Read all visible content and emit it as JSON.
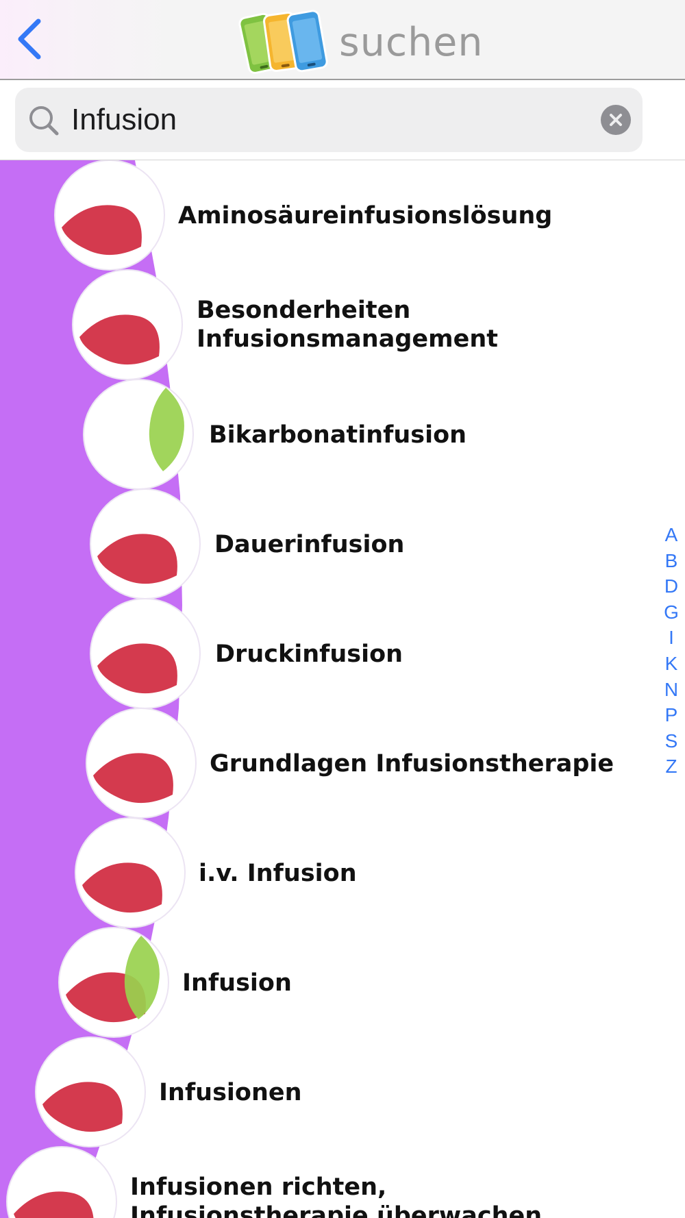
{
  "header": {
    "title": "suchen",
    "back_icon": "chevron-left-icon",
    "logo_icon": "three-phones-logo-icon",
    "logo_colors": [
      "#7fc241",
      "#f5b52e",
      "#3f9be0"
    ]
  },
  "search": {
    "value": "Infusion",
    "placeholder": "",
    "icon": "search-icon",
    "clear_icon": "clear-icon"
  },
  "colors": {
    "accent_purple": "#c56ef5",
    "badge_red": "#d43a4e",
    "badge_green": "#99d14e",
    "index_blue": "#3478f6"
  },
  "results": [
    {
      "label": "Aminosäureinfusionslösung",
      "badge": "red"
    },
    {
      "label": "Besonderheiten\nInfusionsmanagement",
      "badge": "red"
    },
    {
      "label": "Bikarbonatinfusion",
      "badge": "green"
    },
    {
      "label": "Dauerinfusion",
      "badge": "red"
    },
    {
      "label": "Druckinfusion",
      "badge": "red"
    },
    {
      "label": "Grundlagen Infusionstherapie",
      "badge": "red"
    },
    {
      "label": "i.v. Infusion",
      "badge": "red"
    },
    {
      "label": "Infusion",
      "badge": "red+green"
    },
    {
      "label": "Infusionen",
      "badge": "red"
    },
    {
      "label": "Infusionen richten,\nInfusionstherapie überwachen",
      "badge": "red"
    }
  ],
  "section_index": [
    "A",
    "B",
    "D",
    "G",
    "I",
    "K",
    "N",
    "P",
    "S",
    "Z"
  ]
}
